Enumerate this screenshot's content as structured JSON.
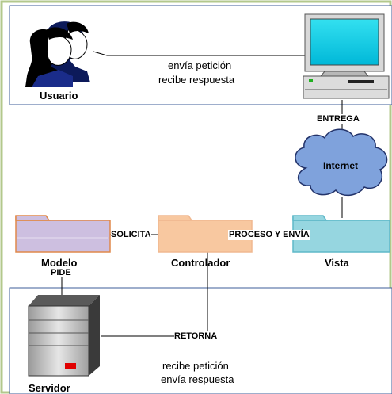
{
  "top_panel": {
    "label_user": "Usuario",
    "message_line1": "envía petición",
    "message_line2": "recibe respuesta"
  },
  "middle": {
    "label_delivery": "ENTREGA",
    "label_internet": "Internet",
    "label_requests": "SOLICITA",
    "label_process_send": "PROCESO Y ENVÍA",
    "label_model": "Modelo",
    "label_controller": "Controlador",
    "label_view": "Vista",
    "label_asks": "PIDE"
  },
  "bottom_panel": {
    "label_returns": "RETORNA",
    "message_line1": "recibe petición",
    "message_line2": "envía respuesta",
    "label_server": "Servidor"
  },
  "colors": {
    "outer_border": "#b3c88c",
    "panel_border": "#3e5c9a",
    "model_folder": "#cdbfe0",
    "controller_folder": "#f8c8a0",
    "view_folder": "#96d6e0",
    "cloud": "#7fa2dc"
  }
}
